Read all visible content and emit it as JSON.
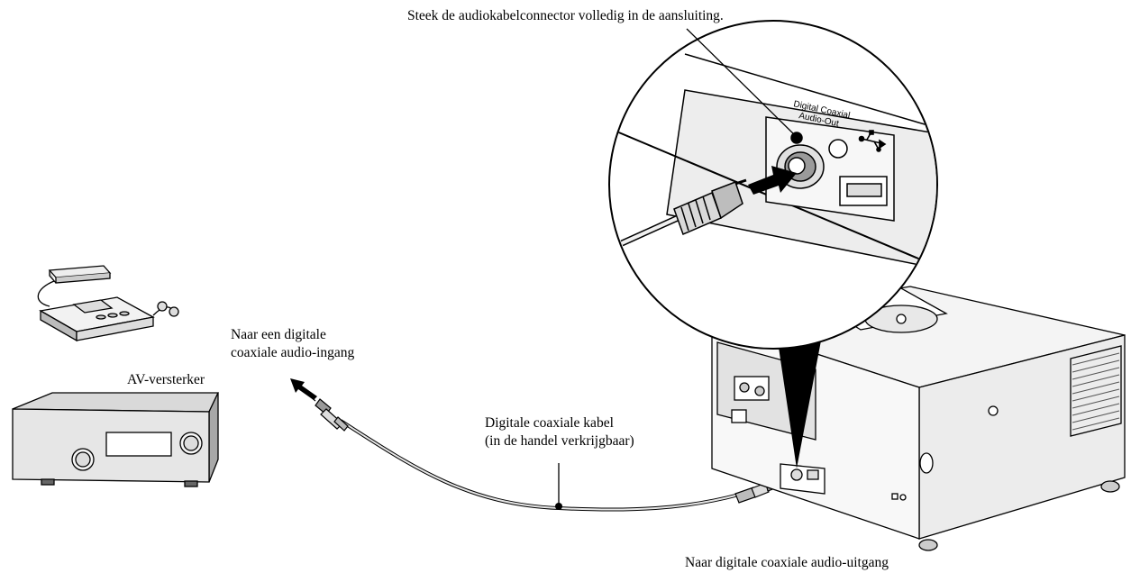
{
  "labels": {
    "insert_instruction": "Steek de audiokabelconnector volledig in de aansluiting.",
    "to_digital_input_line1": "Naar een digitale",
    "to_digital_input_line2": "coaxiale audio-ingang",
    "av_amplifier": "AV-versterker",
    "cable_line1": "Digitale coaxiale kabel",
    "cable_line2": "(in de handel verkrijgbaar)",
    "to_digital_output": "Naar digitale coaxiale audio-uitgang"
  },
  "port_labels": {
    "line1": "Digital Coaxial",
    "line2": "Audio-Out"
  },
  "icons": {
    "usb": "usb-icon",
    "arrow": "insert-arrow-icon"
  }
}
